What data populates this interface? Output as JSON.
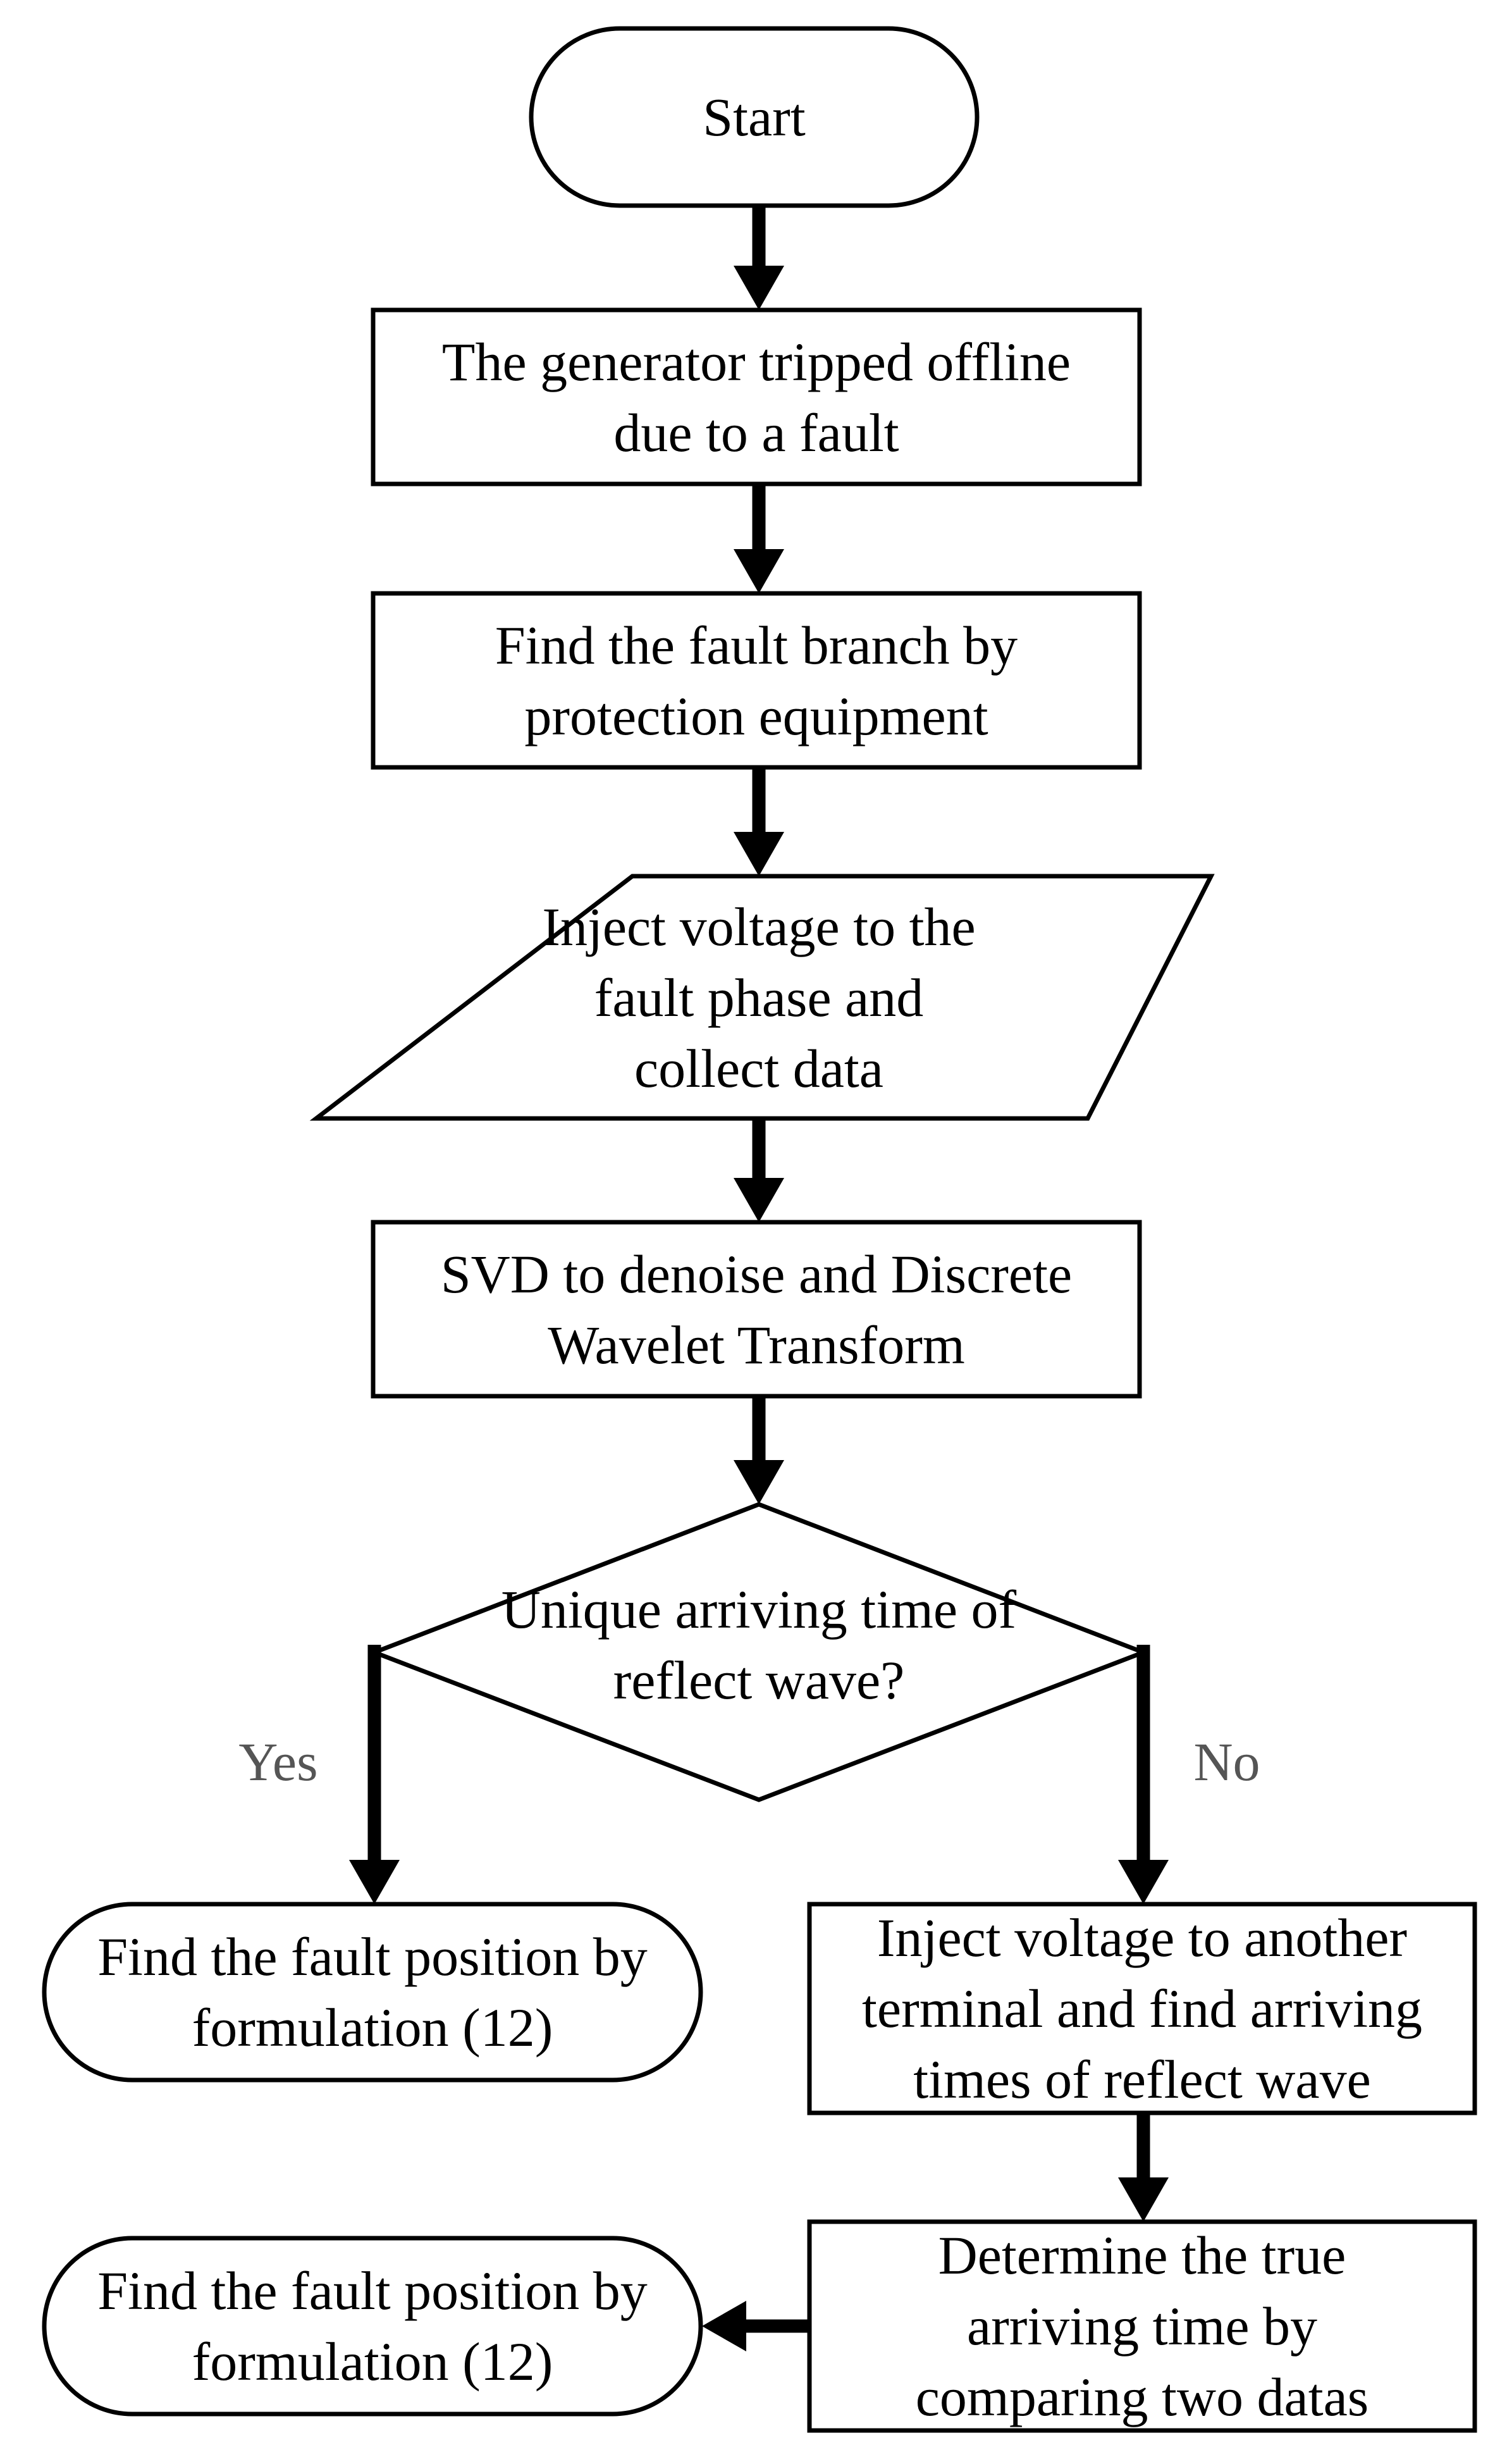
{
  "nodes": {
    "start": "Start",
    "generator_tripped": "The generator tripped offline\ndue to a fault",
    "find_branch": "Find the fault branch by\nprotection equipment",
    "inject_voltage": "Inject voltage to the\nfault phase and\ncollect data",
    "svd_transform": "SVD to denoise and Discrete\nWavelet Transform",
    "decision": "Unique arriving time of\nreflect wave?",
    "find_position_yes": "Find the fault position by\nformulation (12)",
    "inject_another": "Inject voltage to another\nterminal and find arriving\ntimes of reflect wave",
    "determine_true": "Determine the true\narriving time by\ncomparing two datas",
    "find_position_final": "Find the fault position by\nformulation (12)"
  },
  "branches": {
    "yes": "Yes",
    "no": "No"
  }
}
